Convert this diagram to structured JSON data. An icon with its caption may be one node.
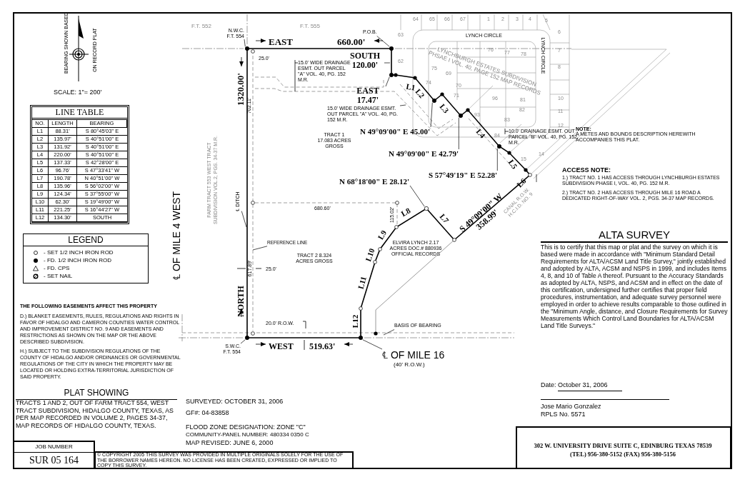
{
  "diagram": {
    "title": "ALTA SURVEY",
    "nodes": [
      {
        "text": [
          "N.W.C. F.T. 554"
        ]
      },
      {
        "text": [
          "P.O.B."
        ]
      },
      {
        "text": [
          "SOUTH 120.00'"
        ]
      },
      {
        "text": [
          "EAST 17.47'"
        ]
      },
      {
        "text": [
          "15.0' WIDE DRAINAGE ESMT. OUT PARCEL \"A\" VOL. 40, PG. 152 M.R."
        ]
      },
      {
        "text": [
          "N 49°09'00\" E 45.00'"
        ]
      },
      {
        "text": [
          "N 49°09'00\" E 42.79'"
        ]
      },
      {
        "text": [
          "S 57°49'19\" E 52.28'"
        ]
      },
      {
        "text": [
          "N 68°18'00\" E 28.12'"
        ]
      },
      {
        "text": [
          "CANAL R.O.W. H.C.I.D. NO. 9"
        ]
      },
      {
        "text": [
          "REFERENCE LINE"
        ]
      },
      {
        "text": [
          "℄ DITCH"
        ]
      },
      {
        "text": [
          "BASIS OF BEARING"
        ]
      },
      {
        "text": [
          "S.W.C. F.T. 554"
        ]
      },
      {
        "text": [
          "℄ OF MILE 16",
          "(40' R.O.W.)"
        ]
      },
      {
        "text": [],
        "shape": "circle"
      },
      {
        "text": [],
        "shape": "circle"
      },
      {
        "text": [],
        "shape": "circle"
      },
      {
        "text": [],
        "shape": "circle"
      },
      {
        "text": [],
        "shape": "circle"
      },
      {
        "text": [],
        "shape": "circle"
      },
      {
        "text": [],
        "shape": "circle"
      },
      {
        "text": [],
        "shape": "circle"
      },
      {
        "text": [],
        "shape": "circle"
      }
    ],
    "edges": [
      {
        "from": 0,
        "to": 15,
        "arrow": "none"
      },
      {
        "from": 1,
        "to": 16,
        "arrow": "none"
      },
      {
        "from": 2,
        "to": null,
        "arrow": "none"
      },
      {
        "from": 3,
        "to": 23,
        "arrow": "none"
      },
      {
        "from": 4,
        "to": null,
        "arrow": "none"
      },
      {
        "from": 5,
        "to": 17,
        "arrow": "none"
      },
      {
        "from": 6,
        "to": 18,
        "arrow": "none"
      },
      {
        "from": 7,
        "to": 19,
        "arrow": "none"
      },
      {
        "from": 8,
        "to": 20,
        "arrow": "none"
      },
      {
        "from": 9,
        "to": null,
        "arrow": "none"
      },
      {
        "from": 10,
        "to": null,
        "arrow": "none"
      },
      {
        "from": 11,
        "to": null,
        "arrow": "none"
      },
      {
        "from": 12,
        "to": null,
        "arrow": "none"
      },
      {
        "from": 13,
        "to": 21,
        "arrow": "none"
      },
      {
        "from": 14,
        "to": 22,
        "arrow": "none"
      }
    ],
    "labels": [
      "BEARING SHOWN BASED",
      "ON RECORD PLAT",
      "SCALE: 1\"= 200'",
      "LINE TABLE",
      "NO.",
      "LENGTH",
      "BEARING",
      "L1",
      "88.31'",
      "S 80°45'03\" E",
      "L2",
      "135.97'",
      "S 40°51'00\" E",
      "L3",
      "131.92'",
      "S 40°51'00\" E",
      "L4",
      "220.00'",
      "S 40°51'00\" E",
      "L5",
      "137.33'",
      "S 42°28'00\" E",
      "L6",
      "96.76'",
      "S 47°33'41\" W",
      "L7",
      "190.78'",
      "N 40°51'00\" W",
      "L8",
      "135.96'",
      "S 56°02'00\" W",
      "L9",
      "124.34'",
      "S 37°55'00\" W",
      "L10",
      "62.30'",
      "S 19°49'00\" W",
      "L11",
      "221.25'",
      "S 16°44'27\" W",
      "L12",
      "134.30'",
      "SOUTH",
      "LEGEND",
      "THE FOLLOWING EASEMENTS AFFECT THIS PROPERTY",
      "D.) BLANKET EASEMENTS, RULES, REGULATIONS AND RIGHTS IN FAVOR OF HIDALGO AND CAMERON COUNTIES WATER CONTROL AND IMPROVEMENT DISTRICT NO. 9 AND EASEMENTS AND RESTRICTIONS AS SHOWN ON THE MAP OR THE ABOVE DESCRIBED SUBDIVISION.",
      "H.) SUBJECT TO THE SUBDIVISION REGULATIONS OF THE COUNTY OF HIDALGO AND/OR ORDINANCES OR GOVERNMENTAL REGULATIONS OF THE CITY IN WHICH THE PROPERTY MAY BE LOCATED OR HOLDING EXTRA-TERRITORIAL JURISDICTION OF SAID PROPERTY.",
      "PLAT SHOWING",
      "TRACTS 1 AND 2, OUT OF FARM TRACT 554, WEST TRACT SUBDIVISION, HIDALGO COUNTY, TEXAS, AS PER MAP RECORDED IN VOLUME 2, PAGES 34-37, MAP RECORDS OF HIDALGO COUNTY, TEXAS.",
      "JOB NUMBER",
      "SUR 05 164",
      "© COPYRIGHT 2005 THIS SURVEY WAS PROVIDED IN MULTIPLE ORIGINALS SOLELY FOR THE USE OF THE BORROWER NAMES HEREON. NO LICENSE HAS BEEN CREATED, EXPRESSED OR IMPLIED TO COPY THIS SURVEY.",
      "F.T. 552",
      "F.T. 555",
      "EAST",
      "660.00'",
      "1320.00'",
      "25.0'",
      "702.11'",
      "15.0' WIDE DRAINAGE ESMT. OUT PARCEL \"A\" VOL. 40, PG. 152 M.R.",
      "TRACT 1 17.083 ACRES GROSS",
      "FARM TRACT 553 WEST TRACT SUBDIVISION VOL.2, PGS. 34-37 M.R.",
      "℄ OF MILE 4 WEST",
      "680.60'",
      "115.02'",
      "L1",
      "L2",
      "L3",
      "L4",
      "L5",
      "L6",
      "L7",
      "L8",
      "L9",
      "L10",
      "L11",
      "L12",
      "S 49°09'00\" W 358.99'",
      "ELVIRA LYNCH 2.17 ACRES DOC.# 880936 OFFICIAL RECORDS",
      "TRACT 2 8.324 ACRES GROSS",
      "25.0'",
      "617.89'",
      "NORTH",
      "WEST",
      "519.63'",
      "20.0' R.O.W.",
      "LYNCHBURGH ESTATES SUBDIVISION PHSAE I VOL. 40, PAGE 152 MAP RECORDS",
      "LYNCH CIRCLE",
      "LYNCH CIRCLE",
      "10.0' DRAINAGE ESMT. OUT PARCEL \"B\" VOL. 40, PG. 152 M.R.",
      "64",
      "65",
      "66",
      "67",
      "1",
      "2",
      "3",
      "4",
      "5",
      "6",
      "63",
      "62",
      "75",
      "76",
      "77",
      "78",
      "7",
      "69",
      "8",
      "70",
      "74",
      "81",
      "71",
      "96",
      "10",
      "93",
      "82",
      "11",
      "83",
      "12",
      "84",
      "14",
      "15",
      "NOTE:",
      "A METES AND BOUNDS DESCRIPTION HEREWITH ACCOMPANIES THIS PLAT.",
      "ACCESS NOTE:",
      "1.) TRACT NO. 1 HAS ACCESS THROUGH LYNCHBURGH ESTATES SUBDIVISION PHASE I, VOL. 40, PG. 152 M.R.",
      "2.) TRACT NO. 2 HAS ACCESS THROUGH MILE 16 ROAD A DEDICATED RIGHT-OF-WAY VOL. 2, PGS. 34-37 MAP RECORDS.",
      "This is to certify that this map or plat and the survey on which it is based were made in accordance with \"Minimum Standard Detail Requirements for ALTA/ACSM Land Title Survey,\" jointly established and adopted by ALTA, ACSM and NSPS in 1999, and includes Items 4, 8, and 10 of Table A thereof. Pursuant to the Accuracy Standards as adopted by ALTA, NSPS, and ACSM and in effect on the date of this certification, undersigned further certifies that proper field procedures, instrumentation, and adequate survey personnel were employed in order to achieve results comparable to those outlined in the \"Minimum Angle, distance, and Closure Requirements for Survey Measurements Which Control Land Boundaries for ALTA/ACSM Land Title Surveys.\"",
      "Date:",
      "October 31, 2006",
      "Jose Mario Gonzalez",
      "RPLS No. 5571",
      "302 W. UNIVERSITY DRIVE SUITE C, EDINBURG TEXAS 78539",
      "(TEL) 956-380-5152 (FAX) 956-380-5156",
      "SURVEYED: OCTOBER 31, 2006",
      "GF#: 04-83858",
      "FLOOD ZONE DESIGNATION: ZONE \"C\"",
      "COMMUNITY-PANEL NUMBER: 480334 0350 C",
      "MAP REVISED: JUNE 6, 2000"
    ],
    "legend": [
      {
        "text": "- SET 1/2 INCH IRON ROD"
      },
      {
        "text": "- FD. 1/2 INCH IRON ROD"
      },
      {
        "text": "- FD. CPS"
      },
      {
        "text": "- SET NAIL"
      }
    ]
  }
}
